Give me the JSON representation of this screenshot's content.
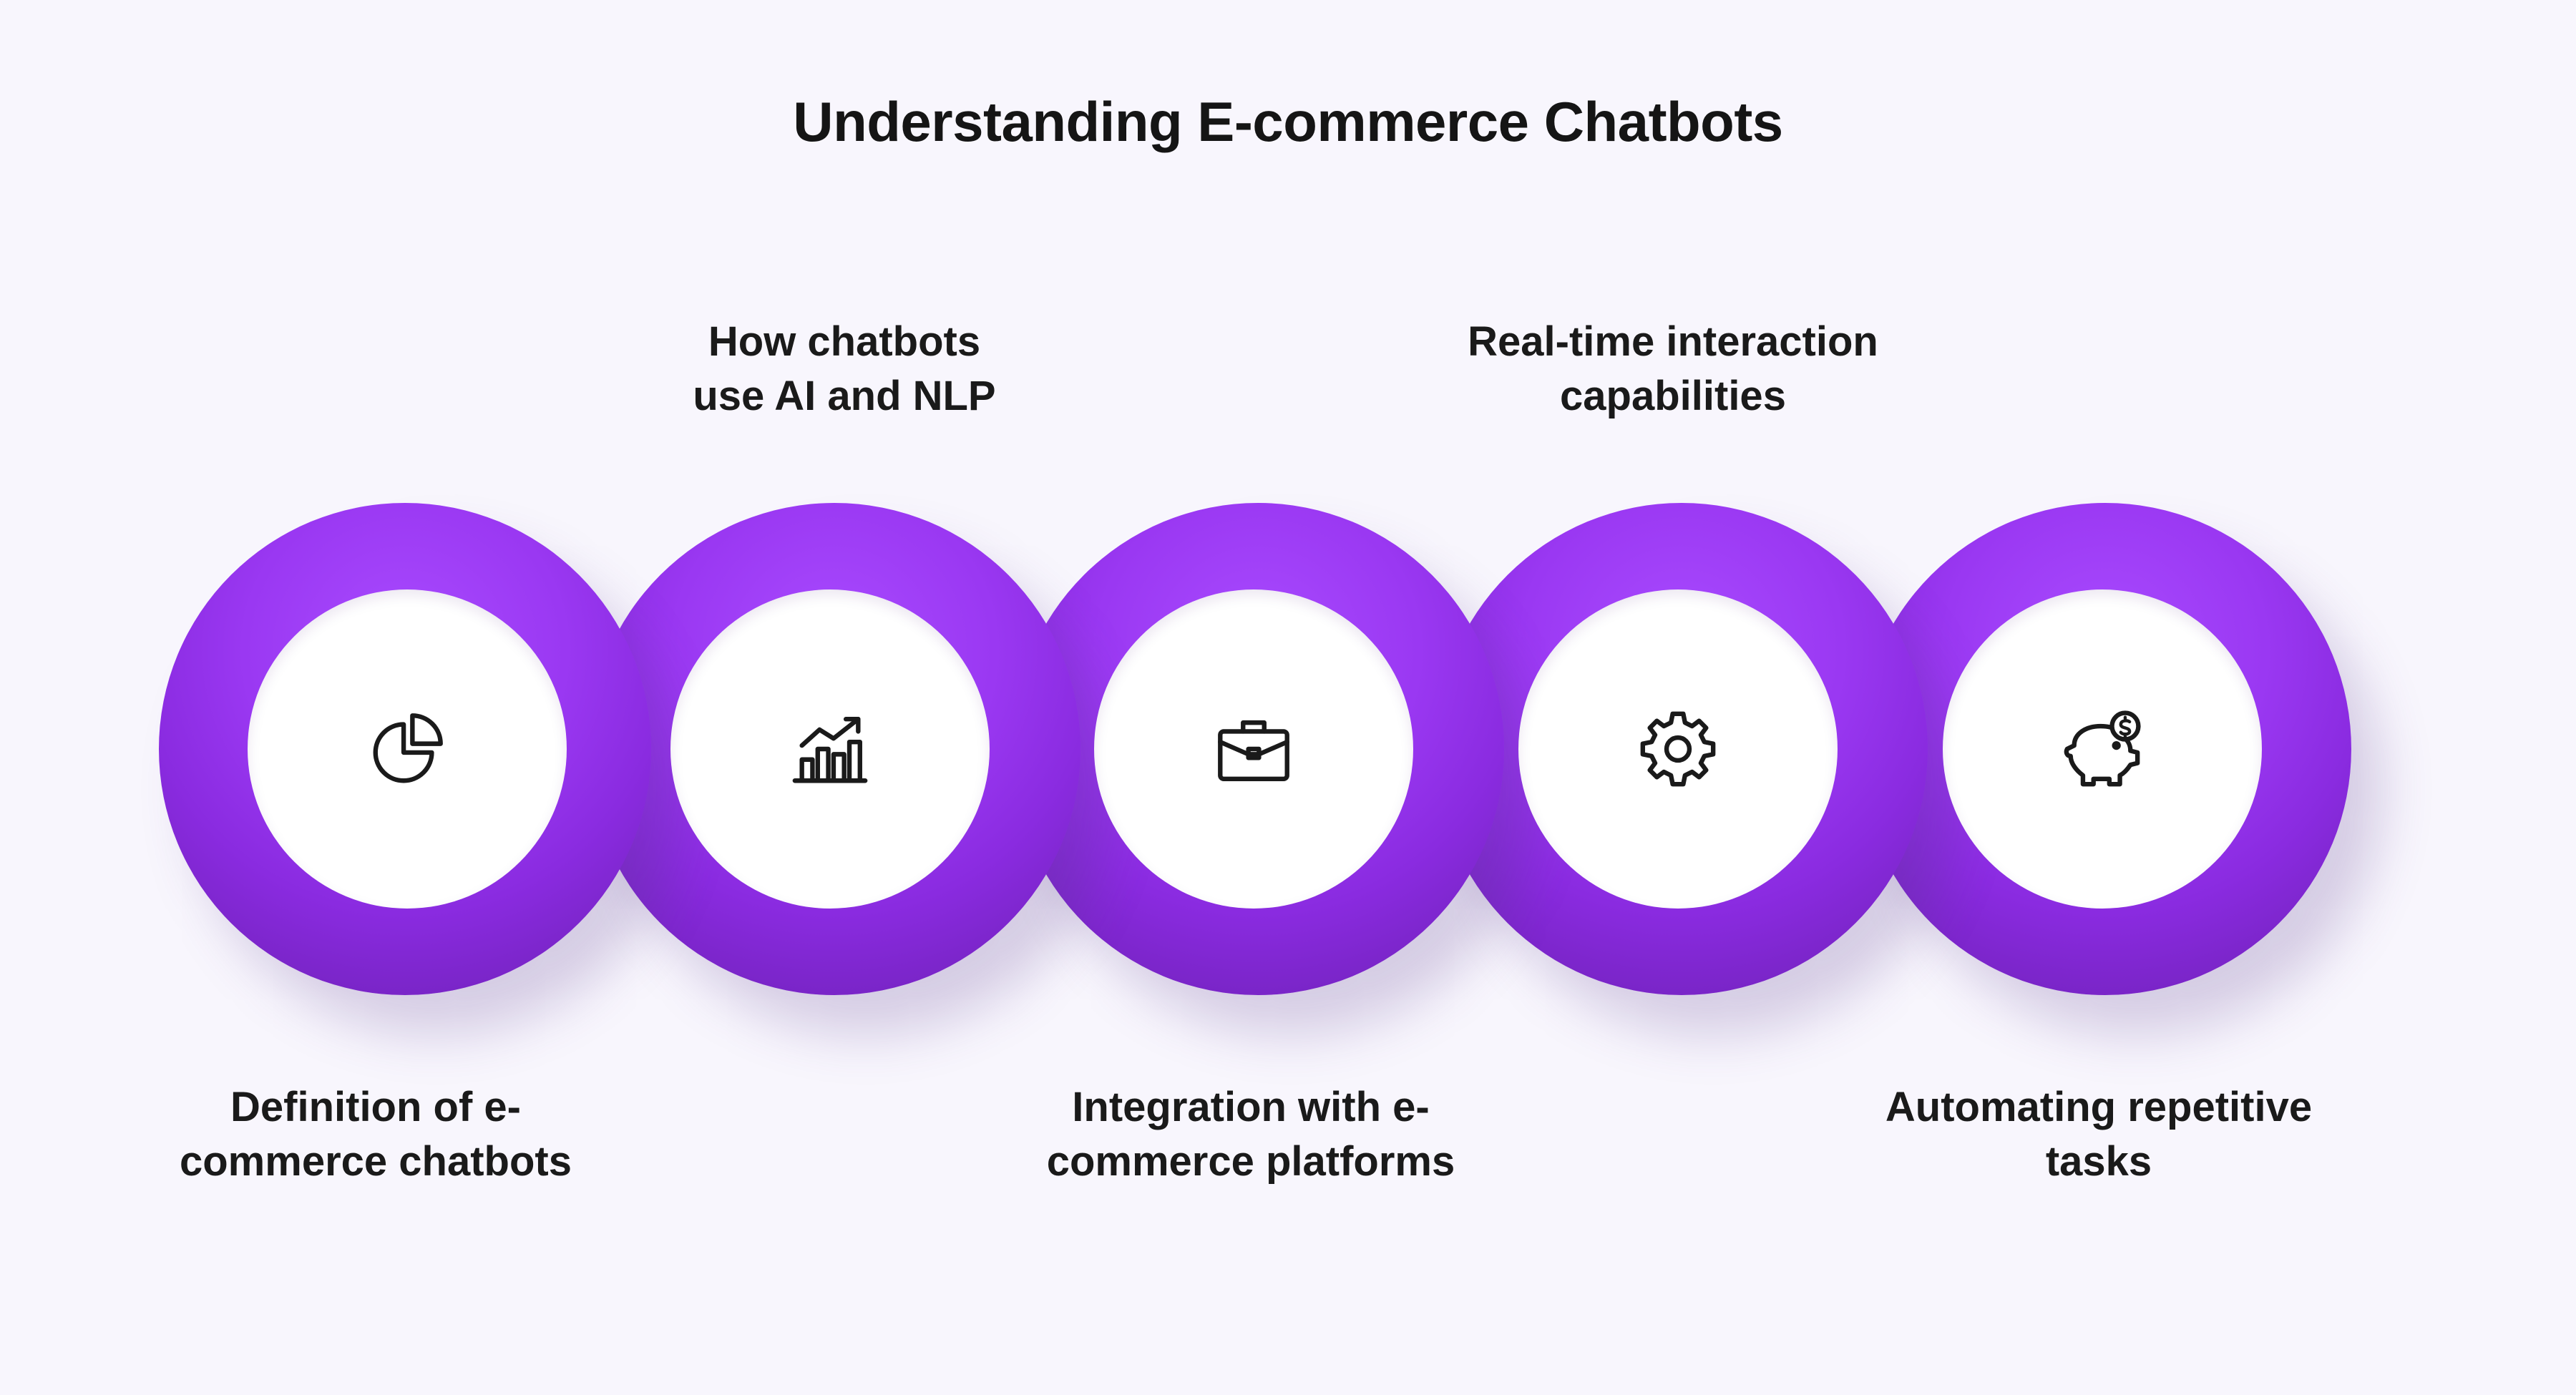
{
  "title": "Understanding E-commerce Chatbots",
  "steps": [
    {
      "label_lines": [
        "Definition of e-",
        "commerce chatbots"
      ],
      "icon": "pie-chart-icon"
    },
    {
      "label_lines": [
        "How chatbots",
        "use AI and NLP"
      ],
      "icon": "bar-chart-trend-icon"
    },
    {
      "label_lines": [
        "Integration with e-",
        "commerce platforms"
      ],
      "icon": "briefcase-icon"
    },
    {
      "label_lines": [
        "Real-time interaction",
        "capabilities"
      ],
      "icon": "gear-icon"
    },
    {
      "label_lines": [
        "Automating repetitive",
        "tasks"
      ],
      "icon": "piggy-bank-icon"
    }
  ],
  "colors": {
    "ring": "#9a38f2",
    "inner": "#ffffff",
    "background": "#f8f6fd",
    "text": "#151515"
  }
}
